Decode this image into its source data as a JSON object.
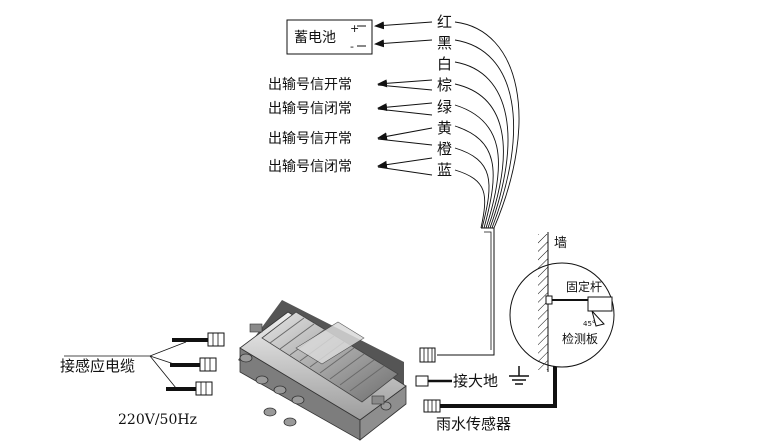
{
  "battery": {
    "label": "蓄电池",
    "plus": "+",
    "minus": "-"
  },
  "wire_colors": [
    "红",
    "黑",
    "白",
    "棕",
    "绿",
    "黄",
    "橙",
    "蓝"
  ],
  "outputs": [
    "出输号信开常",
    "出输号信闭常",
    "出输号信开常",
    "出输号信闭常"
  ],
  "wall_detail": {
    "wall": "墙",
    "rod": "固定杆",
    "board": "检测板",
    "angle": "45°"
  },
  "bottom": {
    "cable_label": "接感应电缆",
    "power_label": "220V/50Hz",
    "ground_label": "接大地",
    "sensor_label": "雨水传感器"
  }
}
